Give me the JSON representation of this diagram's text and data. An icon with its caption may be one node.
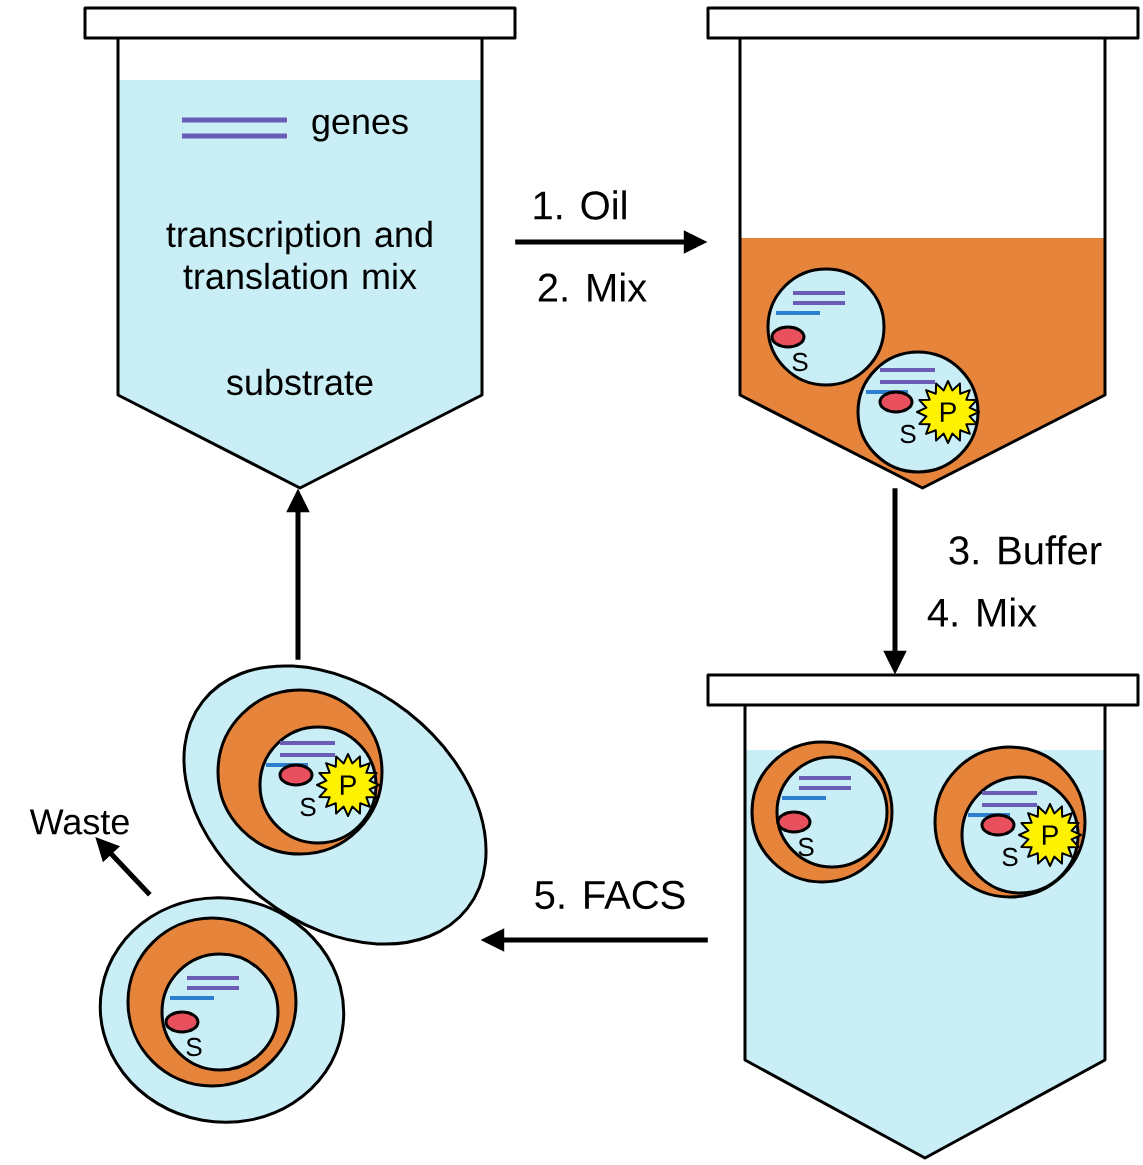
{
  "diagram": {
    "nodes": [
      {
        "text": [
          "genes",
          "transcription and translation mix",
          "substrate"
        ]
      },
      {
        "text": [],
        "shape": "tube"
      },
      {
        "text": [
          "S"
        ],
        "in": 1
      },
      {
        "text": [
          "S",
          "P"
        ],
        "in": 1
      },
      {
        "text": [],
        "shape": "tube"
      },
      {
        "text": [
          "S"
        ],
        "in": 4
      },
      {
        "text": [
          "S",
          "P"
        ],
        "in": 4
      },
      {
        "text": [
          "S",
          "P"
        ]
      },
      {
        "text": [
          "S"
        ]
      },
      {
        "text": [
          "Waste"
        ]
      }
    ],
    "edges": [
      {
        "from": 0,
        "to": 1,
        "arrow": "to",
        "label": "1. Oil"
      },
      {
        "from": 1,
        "to": 4,
        "arrow": "to",
        "label": "3. Buffer"
      },
      {
        "from": 4,
        "to": 7,
        "arrow": "to",
        "label": "5. FACS"
      },
      {
        "from": 7,
        "to": 0,
        "arrow": "to"
      },
      {
        "from": 8,
        "to": 9,
        "arrow": "to"
      }
    ],
    "labels": [
      "2. Mix",
      "4. Mix"
    ]
  }
}
